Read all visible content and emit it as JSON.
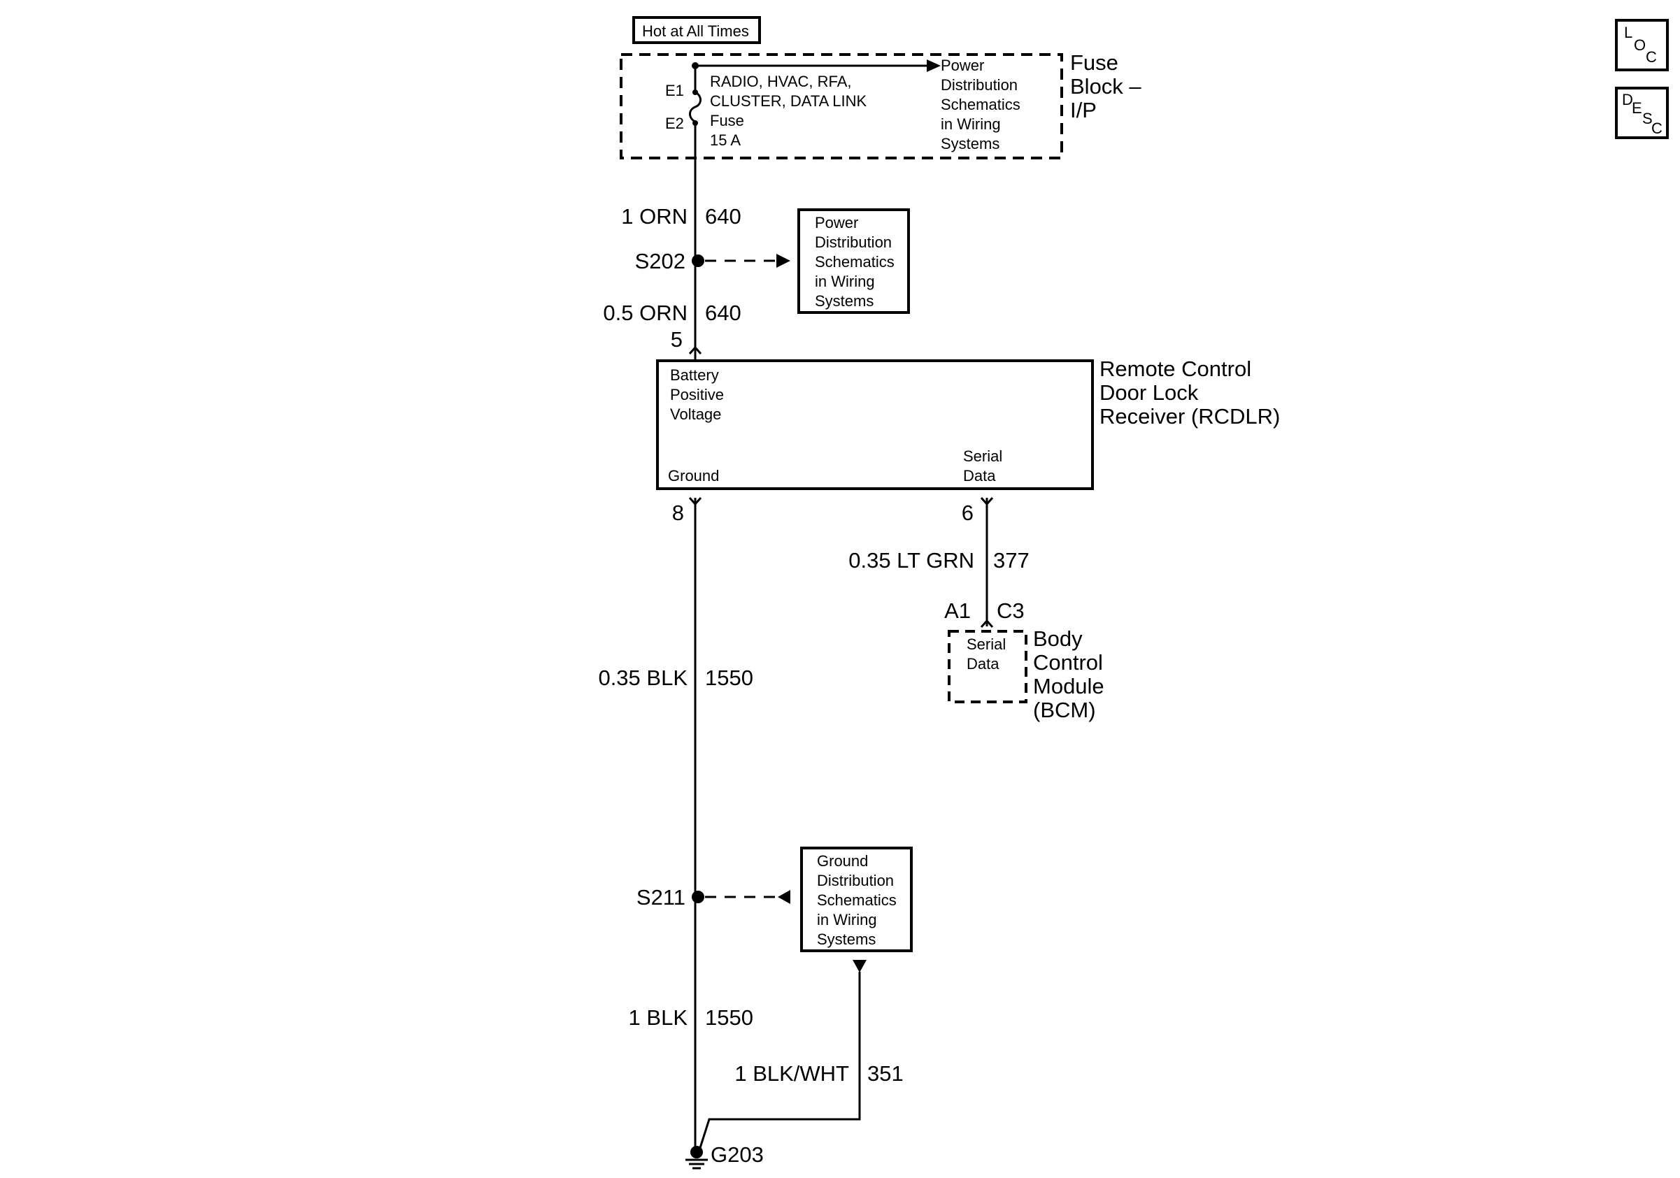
{
  "hot_label": "Hot at All Times",
  "fuse_block": {
    "title": [
      "Fuse",
      "Block –",
      "I/P"
    ],
    "pin_top": "E1",
    "pin_bottom": "E2",
    "fuse_text": [
      "RADIO, HVAC, RFA,",
      "CLUSTER, DATA LINK",
      "Fuse",
      "15 A"
    ],
    "ref_text": [
      "Power",
      "Distribution",
      "Schematics",
      "in Wiring",
      "Systems"
    ]
  },
  "wires": {
    "w1": {
      "gauge_color": "1 ORN",
      "circuit": "640"
    },
    "w2": {
      "gauge_color": "0.5 ORN",
      "circuit": "640"
    },
    "w3": {
      "gauge_color": "0.35 LT GRN",
      "circuit": "377"
    },
    "w4": {
      "gauge_color": "0.35 BLK",
      "circuit": "1550"
    },
    "w5": {
      "gauge_color": "1 BLK",
      "circuit": "1550"
    },
    "w6": {
      "gauge_color": "1 BLK/WHT",
      "circuit": "351"
    }
  },
  "splices": {
    "s202": "S202",
    "s211": "S211"
  },
  "power_ref_box": [
    "Power",
    "Distribution",
    "Schematics",
    "in Wiring",
    "Systems"
  ],
  "ground_ref_box": [
    "Ground",
    "Distribution",
    "Schematics",
    "in Wiring",
    "Systems"
  ],
  "rcdlr": {
    "title": [
      "Remote Control",
      "Door Lock",
      "Receiver (RCDLR)"
    ],
    "battery": [
      "Battery",
      "Positive",
      "Voltage"
    ],
    "ground": "Ground",
    "serial": [
      "Serial",
      "Data"
    ],
    "pin_power": "5",
    "pin_ground": "8",
    "pin_serial": "6"
  },
  "bcm": {
    "title": [
      "Body",
      "Control",
      "Module",
      "(BCM)"
    ],
    "serial": [
      "Serial",
      "Data"
    ],
    "pin": "A1",
    "connector": "C3"
  },
  "ground_point": "G203",
  "icons": {
    "loc": {
      "name": "loc-icon",
      "letters": [
        "L",
        "O",
        "C"
      ]
    },
    "desc": {
      "name": "desc-icon",
      "letters": [
        "D",
        "E",
        "S",
        "C"
      ]
    }
  }
}
